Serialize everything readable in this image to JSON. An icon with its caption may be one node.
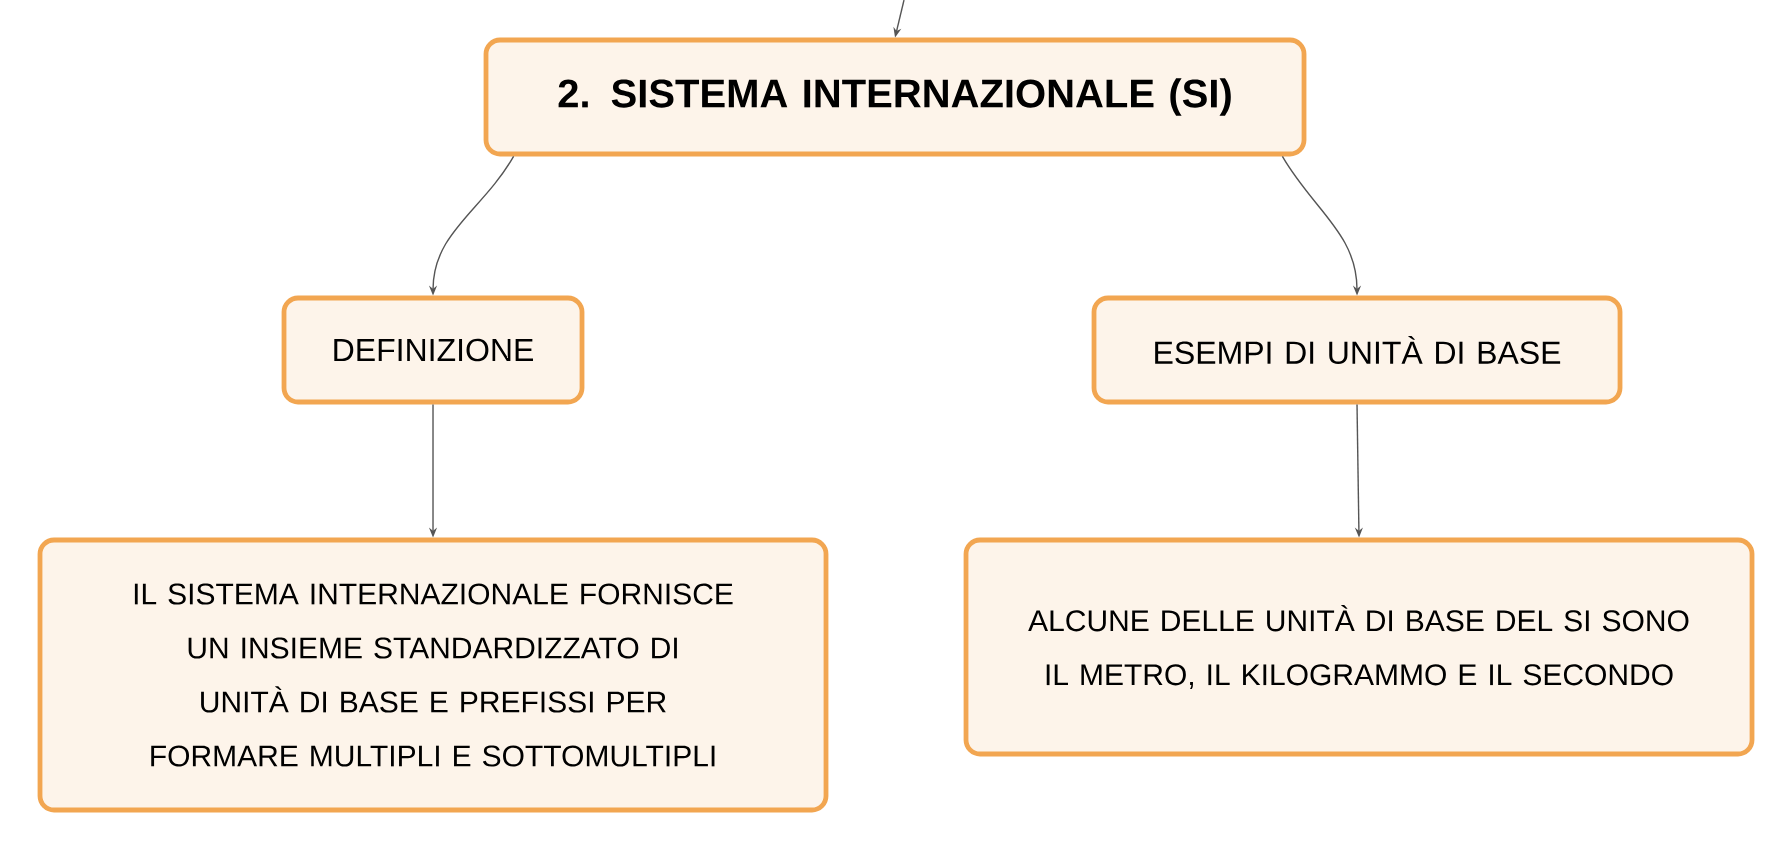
{
  "diagram": {
    "nodes": [
      {
        "text": [
          "2. SISTEMA INTERNAZIONALE (SI)"
        ]
      },
      {
        "text": [
          "DEFINIZIONE"
        ]
      },
      {
        "text": [
          "ESEMPI DI UNITÀ DI BASE"
        ]
      },
      {
        "text": [
          "IL SISTEMA INTERNAZIONALE FORNISCE UN INSIEME STANDARDIZZATO DI UNITÀ DI BASE E PREFISSI PER FORMARE MULTIPLI E SOTTOMULTIPLI"
        ]
      },
      {
        "text": [
          "ALCUNE DELLE UNITÀ DI BASE DEL SI SONO IL METRO, IL KILOGRAMMO E IL SECONDO"
        ]
      }
    ],
    "edges": [
      {
        "from": null,
        "to": 0,
        "arrow": "to"
      },
      {
        "from": 0,
        "to": 1,
        "arrow": "to"
      },
      {
        "from": 0,
        "to": 2,
        "arrow": "to"
      },
      {
        "from": 1,
        "to": 3,
        "arrow": "to"
      },
      {
        "from": 2,
        "to": 4,
        "arrow": "to"
      }
    ]
  }
}
